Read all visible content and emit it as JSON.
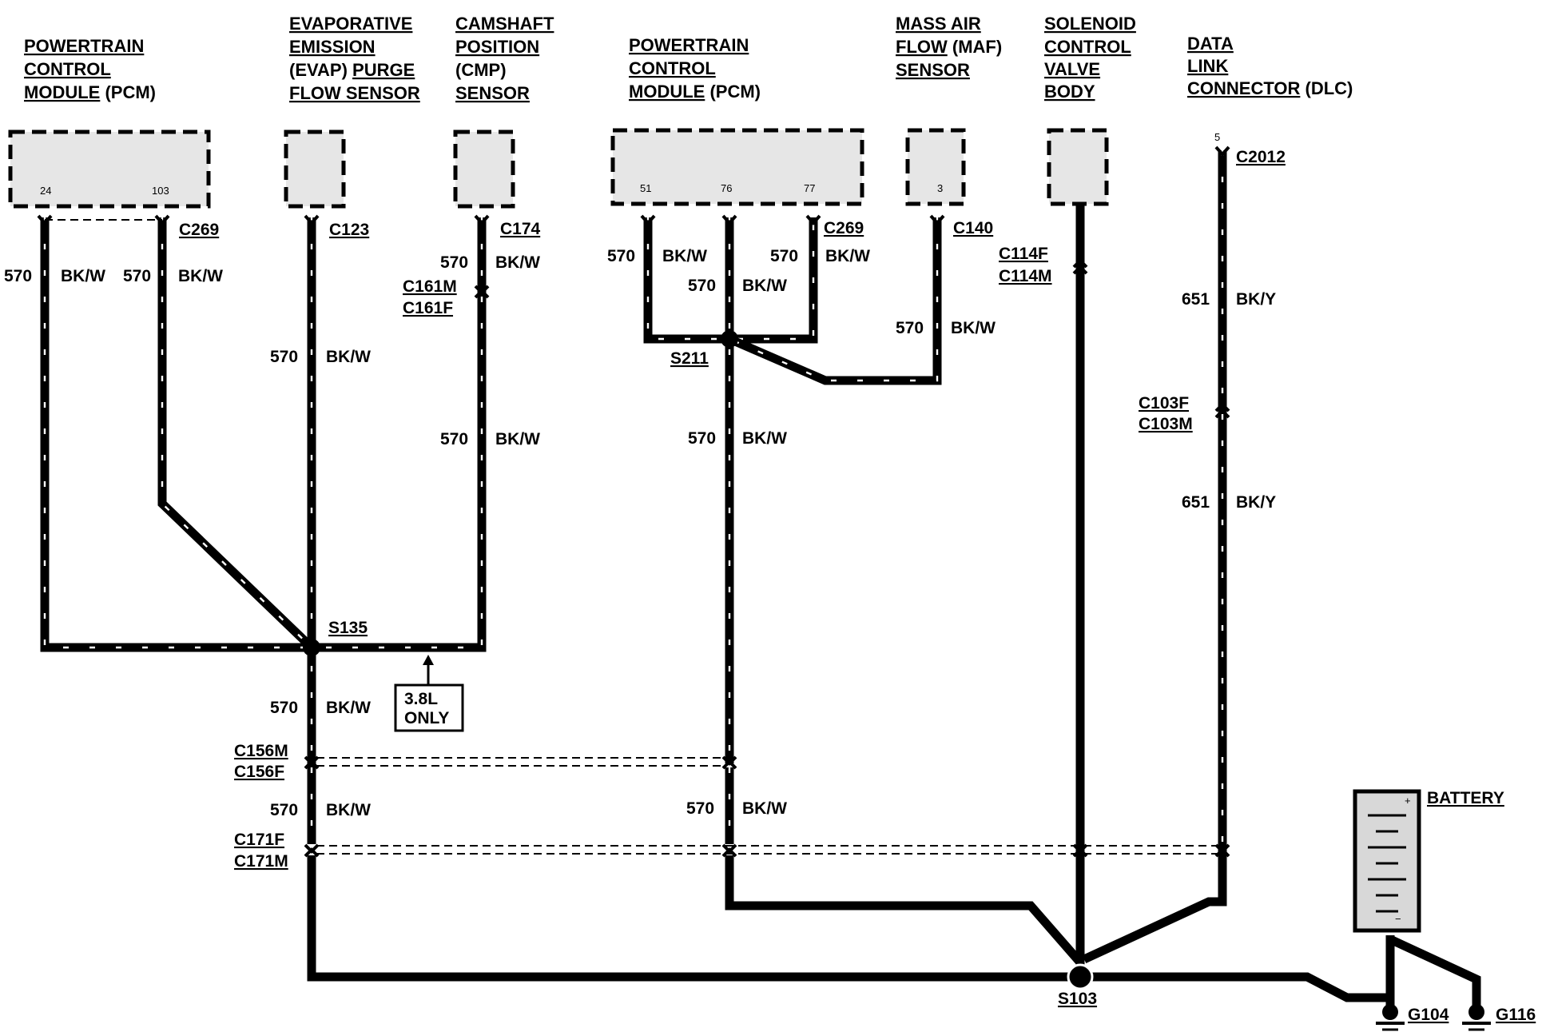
{
  "components": {
    "pcm_left": [
      "POWERTRAIN",
      "CONTROL",
      "MODULE",
      " (PCM)"
    ],
    "evap": [
      "EVAPORATIVE",
      "EMISSION",
      "(EVAP) ",
      "PURGE",
      "FLOW SENSOR"
    ],
    "cmp": [
      "CAMSHAFT",
      "POSITION",
      "(CMP)",
      "SENSOR"
    ],
    "pcm_mid": [
      "POWERTRAIN",
      "CONTROL",
      "MODULE",
      " (PCM)"
    ],
    "maf": [
      "MASS AIR",
      "FLOW",
      " (MAF)",
      "SENSOR"
    ],
    "svb": [
      "SOLENOID",
      "CONTROL",
      "VALVE",
      "BODY"
    ],
    "dlc": [
      "DATA",
      "LINK",
      "CONNECTOR",
      " (DLC)"
    ],
    "battery": "BATTERY"
  },
  "pins": {
    "pcm_left": [
      "24",
      "103"
    ],
    "pcm_mid": [
      "51",
      "76",
      "77"
    ],
    "maf": "3",
    "dlc": "5"
  },
  "connectors": {
    "c269": "C269",
    "c123": "C123",
    "c174": "C174",
    "c161": [
      "C161M",
      "C161F"
    ],
    "c140": "C140",
    "c114": [
      "C114F",
      "C114M"
    ],
    "c2012": "C2012",
    "c103": [
      "C103F",
      "C103M"
    ],
    "c156": [
      "C156M",
      "C156F"
    ],
    "c171": [
      "C171F",
      "C171M"
    ]
  },
  "splices": {
    "s135": "S135",
    "s211": "S211",
    "s103": "S103"
  },
  "grounds": {
    "g104": "G104",
    "g116": "G116"
  },
  "wires": {
    "circuit_570": "570",
    "color_bkw": "BK/W",
    "circuit_651": "651",
    "color_bky": "BK/Y"
  },
  "note": [
    "3.8L",
    "ONLY"
  ]
}
